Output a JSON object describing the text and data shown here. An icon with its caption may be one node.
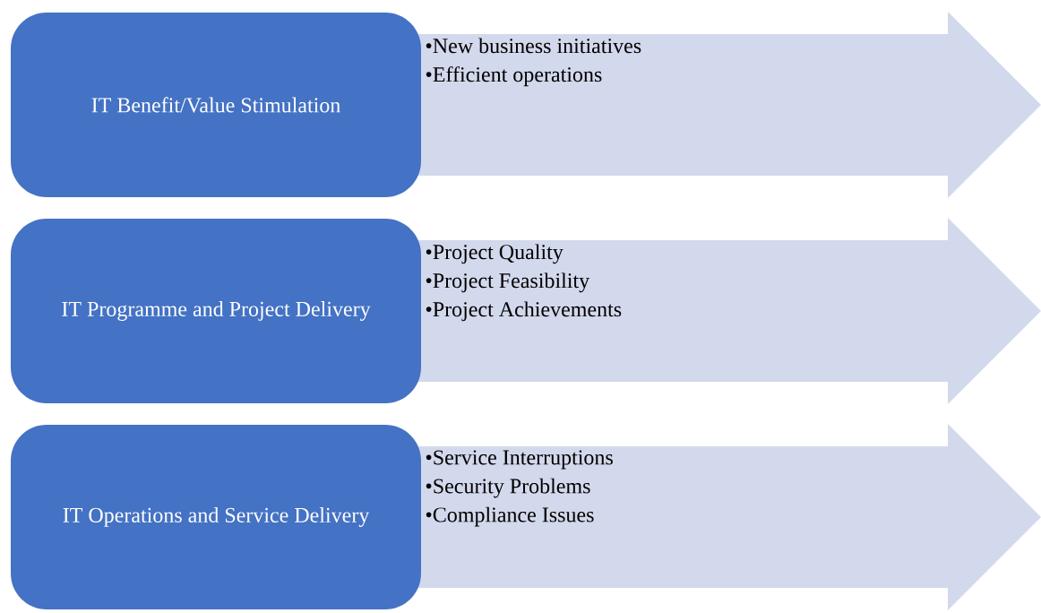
{
  "diagram": {
    "nodes": [
      {
        "text": [
          "IT Benefit/Value Stimulation"
        ]
      },
      {
        "text": [
          "IT Programme and Project Delivery"
        ]
      },
      {
        "text": [
          "IT Operations and Service Delivery"
        ]
      },
      {
        "text": [
          "•New business initiatives",
          "•Efficient operations"
        ]
      },
      {
        "text": [
          "•Project Quality",
          "•Project Feasibility",
          "•Project Achievements"
        ]
      },
      {
        "text": [
          "•Service Interruptions",
          "•Security Problems",
          "•Compliance Issues"
        ]
      }
    ]
  }
}
